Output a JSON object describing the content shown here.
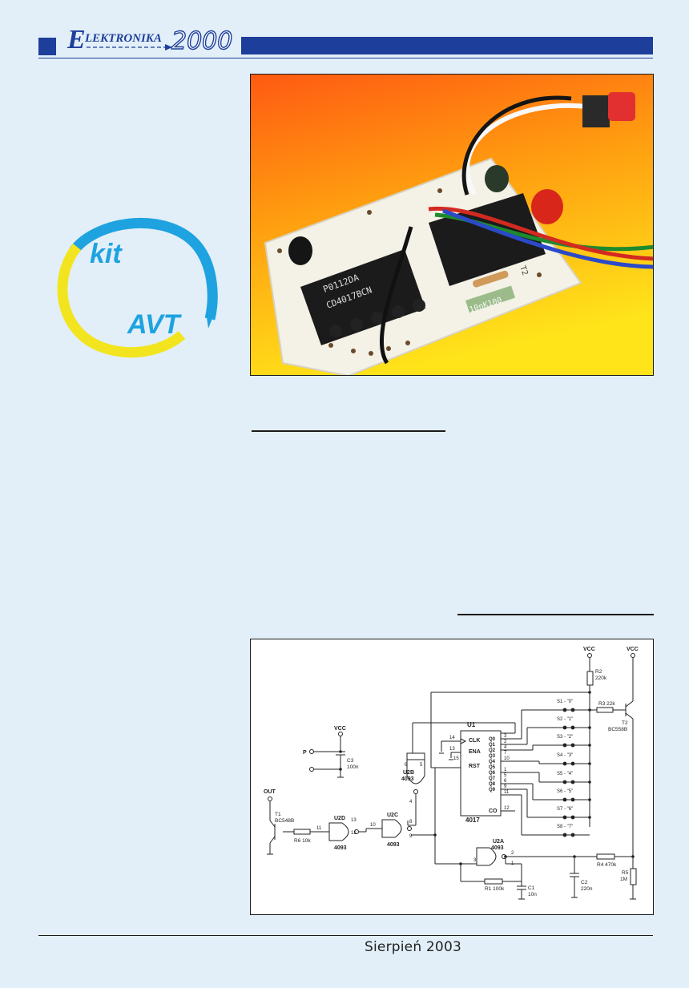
{
  "header": {
    "brand_main": "LEKTRONIKA",
    "brand_initial": "E",
    "brand_year": "2000",
    "colors": {
      "brand_blue": "#1e3e9b",
      "logo_red": "#c0262d"
    }
  },
  "kit_logo": {
    "word_top": "kit",
    "word_bottom": "AVT",
    "colors": {
      "arc_blue": "#1ea3e0",
      "arc_yellow": "#f2e51f",
      "text_blue": "#1ea3e0"
    }
  },
  "photo": {
    "chip_left_line1": "P0112DA",
    "chip_left_line2": "CD4017BCN",
    "resistor_label": "10nK100",
    "board_text": "T2",
    "icon": "pcb-photo"
  },
  "schematic": {
    "labels": {
      "vcc": "VCC",
      "p": "P",
      "c3": "C3",
      "c3_val": "100n",
      "out": "OUT",
      "t1": "T1",
      "t1_type": "BC548B",
      "r6": "R6 10k",
      "u2d": "U2D",
      "u2c": "U2C",
      "u2b": "U2B",
      "u2a": "U2A",
      "ic_4093": "4093",
      "u1": "U1",
      "u1_type": "4017",
      "clk": "CLK",
      "ena": "ENA",
      "rst": "RST",
      "co": "CO",
      "r2": "R2",
      "r2_val": "220k",
      "r3": "R3 22k",
      "t2": "T2",
      "t2_type": "BC558B",
      "r4": "R4 470k",
      "r5": "R5",
      "r5_val": "1M",
      "c2": "C2",
      "c2_val": "220n",
      "r1": "R1 100k",
      "c1": "C1",
      "c1_val": "10n"
    },
    "q_outputs": [
      "Q0",
      "Q1",
      "Q2",
      "Q3",
      "Q4",
      "Q5",
      "Q6",
      "Q7",
      "Q8",
      "Q9"
    ],
    "q_pins": [
      "3",
      "2",
      "4",
      "7",
      "10",
      "1",
      "5",
      "6",
      "9",
      "11"
    ],
    "switches": [
      "S1 - \"0\"",
      "S2 - \"1\"",
      "S3 - \"2\"",
      "S4 - \"3\"",
      "S5 - \"4\"",
      "S6 - \"5\"",
      "S7 - \"6\"",
      "S8 - \"7\""
    ],
    "pins": {
      "p14": "14",
      "p13": "13",
      "p15": "15",
      "p12": "12",
      "u2b_6": "6",
      "u2b_5": "5",
      "u2b_4": "4",
      "u2d_11": "11",
      "u2d_13": "13",
      "u2d_12": "12",
      "u2c_10": "10",
      "u2c_8": "8",
      "u2c_9": "9",
      "u2a_2": "2",
      "u2a_3": "3",
      "u2a_1": "1"
    }
  },
  "footer": {
    "date": "Sierpień 2003"
  }
}
